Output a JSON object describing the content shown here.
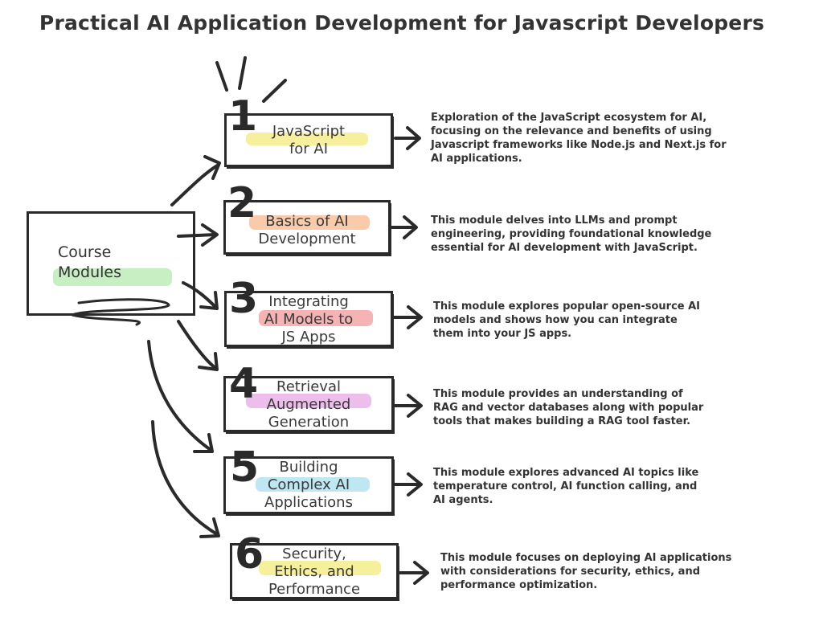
{
  "title": "Practical AI Application Development for Javascript Developers",
  "course": {
    "label_line1": "Course",
    "label_line2": "Modules",
    "highlight": "#b6e8b0"
  },
  "modules": [
    {
      "number": "1",
      "lines": [
        "JavaScript",
        "for AI"
      ],
      "highlight": "#f3ea7a",
      "description": "Exploration of the JavaScript ecosystem for AI, focusing on the relevance and benefits of using Javascript frameworks like Node.js and Next.js for AI applications."
    },
    {
      "number": "2",
      "lines": [
        "Basics of AI",
        "Development"
      ],
      "highlight": "#f7b98f",
      "description": "This module delves into LLMs and prompt engineering, providing foundational knowledge essential for AI development with JavaScript."
    },
    {
      "number": "3",
      "lines": [
        "Integrating",
        "AI Models to",
        "JS Apps"
      ],
      "highlight": "#f29a9a",
      "description": "This module explores popular open-source AI models and shows how you can integrate them into your JS apps."
    },
    {
      "number": "4",
      "lines": [
        "Retrieval",
        "Augmented",
        "Generation"
      ],
      "highlight": "#e7a8e6",
      "description": "This module provides an understanding of RAG and vector databases along with popular tools that makes building a RAG tool faster."
    },
    {
      "number": "5",
      "lines": [
        "Building",
        "Complex AI",
        "Applications"
      ],
      "highlight": "#a9dfee",
      "description": "This module explores advanced AI topics like temperature control, AI function calling, and AI agents."
    },
    {
      "number": "6",
      "lines": [
        "Security,",
        "Ethics, and",
        "Performance"
      ],
      "highlight": "#f3ea7a",
      "description": "This module focuses on deploying AI applications with considerations for security, ethics, and performance optimization."
    }
  ]
}
